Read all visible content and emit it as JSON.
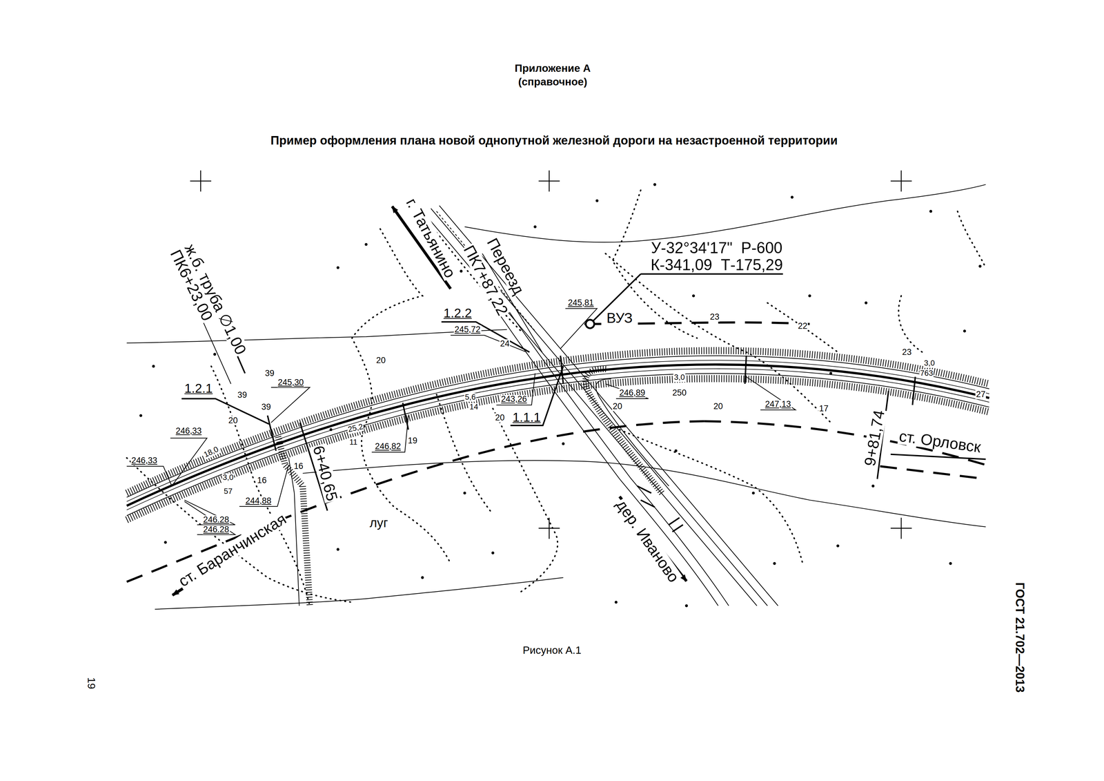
{
  "diagram": {
    "title": "Пример оформления плана новой однопутной железной дороги на незастроенной территории",
    "caption": "Рисунок А.1",
    "labels": [
      "Приложение А",
      "(справочное)",
      "г. Татьянино",
      "ж.б. труба ∅1,00",
      "ПК6+23,00",
      "Переезд",
      "ПК7+87,22",
      "У-32°34'17\"  Р-600",
      "К-341,09  Т-175,29",
      "ВУЗ",
      "245,81",
      "1.2.2",
      "245,72",
      "24",
      "23",
      "22",
      "23",
      "3,0",
      "763",
      "27",
      "20",
      "39",
      "245,30",
      "1.2.1",
      "39",
      "39",
      "20",
      "246,33",
      "246,33",
      "18,0",
      "3,0",
      "250",
      "246,89",
      "20",
      "20",
      "247,13",
      "17",
      "5,6",
      "14",
      "243,26",
      "20",
      "1.1.1",
      "25,2",
      "11",
      "246,82",
      "19",
      "6+40,65",
      "9+81,74",
      "ст. Орловск",
      "16",
      "3,0",
      "16",
      "57",
      "244,88",
      "246.28",
      "246.28",
      "луг",
      "ст. Баранчинская",
      "дер. Иваново",
      "ГОСТ 21.702—2013",
      "19"
    ]
  }
}
